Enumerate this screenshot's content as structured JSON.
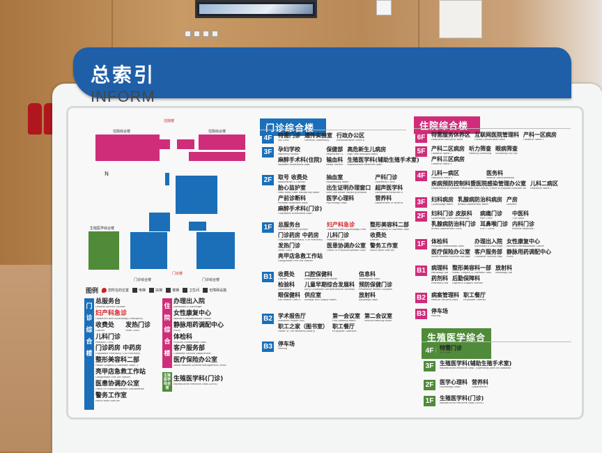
{
  "header": {
    "title_cn": "总索引",
    "title_en": "INFORMATION"
  },
  "map": {
    "labels": [
      "住院楼",
      "住院综合楼",
      "住院综合楼",
      "生殖医学综合楼",
      "门诊楼",
      "门诊综合楼",
      "门诊综合楼"
    ],
    "north": "N"
  },
  "legend": {
    "title": "图例",
    "items": [
      "您所在的位置",
      "电梯",
      "扶梯",
      "楼梯",
      "卫生间",
      "无障碍设施"
    ]
  },
  "index": {
    "outpatient": {
      "label": "门诊综合楼",
      "items": [
        {
          "cn": "总服务台",
          "en": "General Service Counter"
        },
        {
          "cn": "妇产科急诊",
          "en": "Obstetrics and Gynecology Emergency",
          "red": true
        },
        {
          "cn": "收费处",
          "en": "Cashier"
        },
        {
          "cn": "发热门诊",
          "en": "Fever Clinic"
        },
        {
          "cn": "儿科门诊",
          "en": "Pediatric Clinic"
        },
        {
          "cn": "门诊药房 中药房",
          "en": "Outpatient Pharmacy TCM Pharmacy"
        },
        {
          "cn": "整形美容科二部",
          "en": "Plastic Surgery & Cosmetic Dept. 2"
        },
        {
          "cn": "亮甲店急救工作站",
          "en": "Liangjiadian First Aid Station"
        },
        {
          "cn": "医患协调办公室",
          "en": "Office Of Physician-patient Coordination"
        },
        {
          "cn": "警务工作室",
          "en": "Police Work Stat Ion"
        }
      ]
    },
    "inpatient": {
      "label": "住院综合楼",
      "items": [
        {
          "cn": "办理出入院",
          "en": "Admission & Discharge"
        },
        {
          "cn": "女性康复中心",
          "en": "Women's Rehabilitation Center"
        },
        {
          "cn": "静脉用药调配中心",
          "en": "PIVAS"
        },
        {
          "cn": "体检科",
          "en": "Physical Examination Dept."
        },
        {
          "cn": "客户服务部",
          "en": "Customer Service Department"
        },
        {
          "cn": "医疗保险办公室",
          "en": "Social Medical Scheme Management Office"
        }
      ]
    },
    "reproductive": {
      "label": "生殖医学综合楼",
      "items": [
        {
          "cn": "生殖医学科(门诊)",
          "en": "Reproductive Medicine Dept.(Clinic)"
        }
      ]
    }
  },
  "outpatient": {
    "title": "门诊综合楼",
    "floors": [
      {
        "floor": "4F",
        "items": [
          {
            "cn": "特需门诊",
            "en": "Vip Clinic"
          },
          {
            "cn": "遗传实验室",
            "en": "Genetics Laboratory"
          },
          {
            "cn": "行政办公区",
            "en": "Administrative Office Area"
          }
        ]
      },
      {
        "floor": "3F",
        "items": [
          {
            "cn": "孕妇学校",
            "en": "Maternity School"
          },
          {
            "cn": "保健部",
            "en": "Healthcare Center"
          },
          {
            "cn": "高危新生儿病房",
            "en": "High Risk Neonatal Ward"
          },
          {
            "cn": "麻醉手术科(住院)",
            "en": "Inpatient Anesthesia Dept."
          },
          {
            "cn": "输血科",
            "en": "Blood Transfusion Dept."
          },
          {
            "cn": "生殖医学科(辅助生殖手术室)",
            "en": "Reproductive Medicine Dept."
          }
        ]
      },
      {
        "floor": "2F",
        "items": [
          {
            "cn": "取号 收费处",
            "en": "Registration & Cashier"
          },
          {
            "cn": "抽血室",
            "en": "Bloodletting Room"
          },
          {
            "cn": "产科门诊",
            "en": "Obstetrics Clinic"
          },
          {
            "cn": "胎心监护室",
            "en": "Fetal Heart Rate Monitoring Room"
          },
          {
            "cn": "出生证明办理窗口",
            "en": "Birth certificate handling window"
          },
          {
            "cn": "超声医学科",
            "en": "Ultrasound Medicine Dept."
          },
          {
            "cn": "产前诊断科",
            "en": "Prenatal Diagnosis Dept."
          },
          {
            "cn": "医学心理科",
            "en": "Psychology Dept."
          },
          {
            "cn": "营养科",
            "en": "Department Of Nutrition"
          },
          {
            "cn": "麻醉手术科(门诊)",
            "en": "Outpatient Anesthesia Dept."
          }
        ]
      },
      {
        "floor": "1F",
        "items": [
          {
            "cn": "总服务台",
            "en": "General Service Counter"
          },
          {
            "cn": "妇产科急诊",
            "en": "Obstetrics and Gynecology Emergency",
            "red": true
          },
          {
            "cn": "整形美容科二部",
            "en": "Plastic Surgery & Cosmetic Dept. 2"
          },
          {
            "cn": "门诊药房 中药房",
            "en": "Outpatient Pharmacy TCM Pharmacy"
          },
          {
            "cn": "儿科门诊",
            "en": "Pediatric Clinic"
          },
          {
            "cn": "收费处",
            "en": "Cashier"
          },
          {
            "cn": "发热门诊",
            "en": "Fever Clinic"
          },
          {
            "cn": "医患协调办公室",
            "en": "Office Of Physician-patient Coordination"
          },
          {
            "cn": "警务工作室",
            "en": "Police Work Stat Ion"
          },
          {
            "cn": "亮甲店急救工作站",
            "en": "Liangjiadian First Aid Station"
          }
        ]
      },
      {
        "floor": "B1",
        "items": [
          {
            "cn": "收费处",
            "en": "Cashier"
          },
          {
            "cn": "口腔保健科",
            "en": "Department Of Oral Health"
          },
          {
            "cn": "信息科",
            "en": "Information Dept."
          },
          {
            "cn": "检验科",
            "en": "Laboratory"
          },
          {
            "cn": "儿童早期综合发展科",
            "en": "Early Childhood Comprehensive Development Dept."
          },
          {
            "cn": "预防保健门诊",
            "en": "Preventive Health Outpatient Service"
          },
          {
            "cn": "眼保健科",
            "en": "Eye Health Care Dept."
          },
          {
            "cn": "供应室",
            "en": "Storage And Supply Room"
          },
          {
            "cn": "放射科",
            "en": "Radiology Dept."
          }
        ]
      },
      {
        "floor": "B2",
        "items": [
          {
            "cn": "学术报告厅",
            "en": "Academic Report Hall"
          },
          {
            "cn": "第一会议室",
            "en": "First Meeting Room"
          },
          {
            "cn": "第二会议室",
            "en": "Second Meeting Room"
          },
          {
            "cn": "职工之家（图书室）",
            "en": "Home Of The Workers(Library)"
          },
          {
            "cn": "职工餐厅",
            "en": "Employee Cafeteria"
          }
        ]
      },
      {
        "floor": "B3",
        "items": [
          {
            "cn": "停车场",
            "en": "Parking"
          }
        ]
      }
    ]
  },
  "inpatient": {
    "title": "住院综合楼",
    "floors": [
      {
        "floor": "6F",
        "items": [
          {
            "cn": "特需服务休养区",
            "en": "Dedicated Recovery Ward"
          },
          {
            "cn": "互联网医院管理科",
            "en": "Online Consultation Area"
          },
          {
            "cn": "产科一区病房",
            "en": "Obstetric Ward 1"
          }
        ]
      },
      {
        "floor": "5F",
        "items": [
          {
            "cn": "产科二区病房",
            "en": "Obstetric Ward 2"
          },
          {
            "cn": "听力筛查",
            "en": "Hearing Screening"
          },
          {
            "cn": "眼病筛查",
            "en": "Screening For Eye Diseases"
          },
          {
            "cn": "产科三区病房",
            "en": "Obstetric Ward 3"
          }
        ]
      },
      {
        "floor": "4F",
        "items": [
          {
            "cn": "儿科一病区",
            "en": "Pediatrics Ward 1"
          },
          {
            "cn": "医务科",
            "en": "Medical Administration"
          },
          {
            "cn": "疾病预防控制科暨医院感染管理办公室",
            "en": "Department of Disease Prevention and Control, Office of Hospital Infection Management",
            "wide": true
          },
          {
            "cn": "儿科二病区",
            "en": "Pediatrics Ward 2"
          }
        ]
      },
      {
        "floor": "3F",
        "items": [
          {
            "cn": "妇科病房",
            "en": "Gynecology Ward"
          },
          {
            "cn": "乳腺病防治科病房",
            "en": "Breast Department Ward"
          },
          {
            "cn": "产房",
            "en": "Delivery Room"
          }
        ]
      },
      {
        "floor": "2F",
        "items": [
          {
            "cn": "妇科门诊 皮肤科",
            "en": "Gynecology Clinic  Dermatology"
          },
          {
            "cn": "病痛门诊",
            "en": "Pain Clinic"
          },
          {
            "cn": "中医科",
            "en": "TCM Dept."
          },
          {
            "cn": "乳腺病防治科门诊",
            "en": "Breast Department Clinic"
          },
          {
            "cn": "耳鼻喉门诊",
            "en": "E.N.T. Clinic"
          },
          {
            "cn": "内科门诊",
            "en": "Internal Medicine Clinic"
          }
        ]
      },
      {
        "floor": "1F",
        "items": [
          {
            "cn": "体检科",
            "en": "Physical Examination Dept."
          },
          {
            "cn": "办理出入院",
            "en": "Admission & Discharge"
          },
          {
            "cn": "女性康复中心",
            "en": "Women's Rehabilitation Center"
          },
          {
            "cn": "医疗保险办公室",
            "en": "Social Medical Scheme Management Office"
          },
          {
            "cn": "客户服务部",
            "en": "Customer Service Department"
          },
          {
            "cn": "静脉用药调配中心",
            "en": "PIVAS"
          }
        ]
      },
      {
        "floor": "B1",
        "items": [
          {
            "cn": "病理科",
            "en": "Pathology Dept."
          },
          {
            "cn": "整形美容科一部",
            "en": "Plastic Surgery & Cosmetic Dept. 1"
          },
          {
            "cn": "放射科",
            "en": "Radiology Dept."
          },
          {
            "cn": "药剂科",
            "en": "Pharmacy Dept."
          },
          {
            "cn": "后勤保障科",
            "en": "Logistics Support Section"
          }
        ]
      },
      {
        "floor": "B2",
        "items": [
          {
            "cn": "病案管理科",
            "en": "Medical Records Dept."
          },
          {
            "cn": "职工餐厅",
            "en": "Employee Cafeteria"
          }
        ]
      },
      {
        "floor": "B3",
        "items": [
          {
            "cn": "停车场",
            "en": "Parking"
          }
        ]
      }
    ]
  },
  "reproductive": {
    "title": "生殖医学综合楼",
    "floors": [
      {
        "floor": "4F",
        "items": [
          {
            "cn": "特需门诊",
            "en": "VIP Clinic"
          }
        ]
      },
      {
        "floor": "3F",
        "items": [
          {
            "cn": "生殖医学科(辅助生殖手术室)",
            "en": "Reproductive Medicine Dept. (Operating Area For Assisted Reproductive Technology)"
          }
        ]
      },
      {
        "floor": "2F",
        "items": [
          {
            "cn": "医学心理科",
            "en": "Psychology Dept."
          },
          {
            "cn": "营养科",
            "en": "Department Of Nutrition"
          }
        ]
      },
      {
        "floor": "1F",
        "items": [
          {
            "cn": "生殖医学科(门诊)",
            "en": "Reproductive Medicine Dept.(Clinic)"
          }
        ]
      }
    ]
  }
}
